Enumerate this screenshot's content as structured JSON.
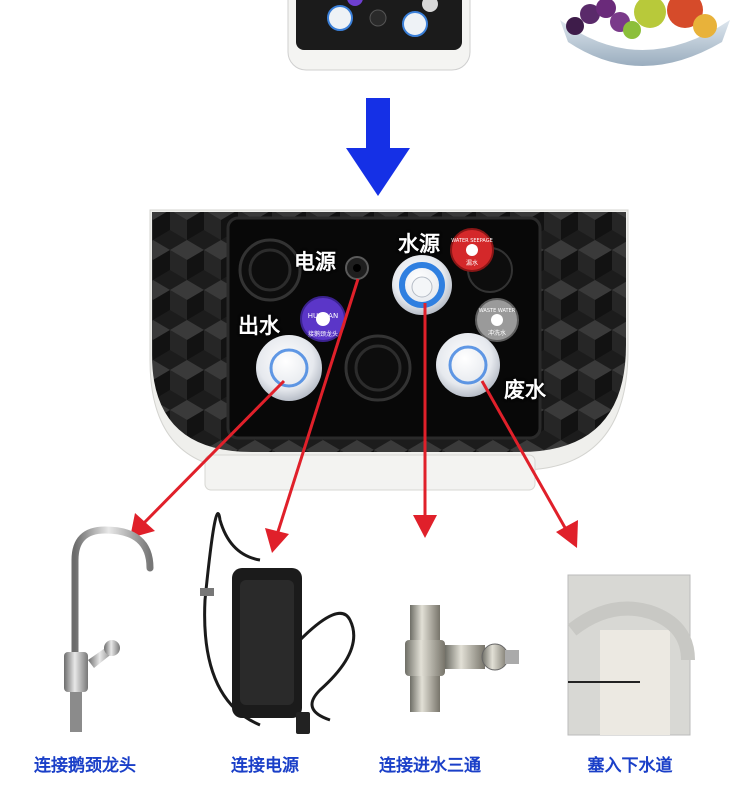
{
  "ports": {
    "power": "电源",
    "water_source": "水源",
    "water_out": "出水",
    "waste_water": "废水"
  },
  "badges": {
    "purple": "HUDRAN",
    "purple_sub": "接鹅颈龙头",
    "red": "WATER SEEPAGE",
    "red_sub": "漏水",
    "gray": "WASTE WATER",
    "gray_sub": "冲洗水"
  },
  "captions": {
    "faucet": "连接鹅颈龙头",
    "power": "连接电源",
    "inlet": "连接进水三通",
    "drain": "塞入下水道"
  },
  "colors": {
    "caption": "#1a3fc8",
    "arrow_blue": "#1530e6",
    "arrow_red": "#e0202a"
  }
}
